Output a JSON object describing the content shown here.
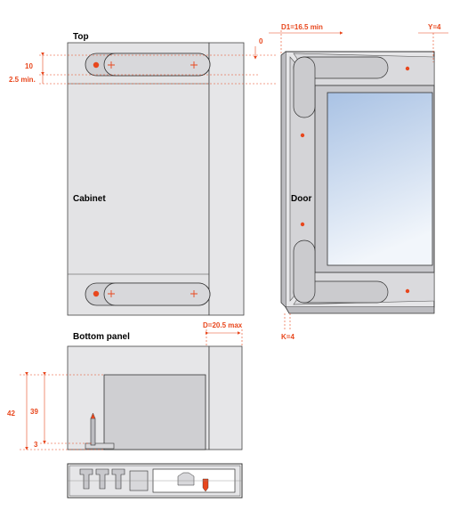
{
  "labels": {
    "top": "Top",
    "cabinet": "Cabinet",
    "door": "Door",
    "bottom_panel": "Bottom panel"
  },
  "dimensions": {
    "top_10": "10",
    "top_2_5": "2.5 min.",
    "zero": "0",
    "d1": "D1=16.5 min",
    "y": "Y=4",
    "k": "K=4",
    "d": "D=20.5 max",
    "h42": "42",
    "h39": "39",
    "h3": "3"
  },
  "colors": {
    "accent": "#e8471d",
    "panel": "#e3e3e5",
    "panel_dark": "#d1d1d4",
    "outline": "#333333",
    "glass_top": "#a9c2e4",
    "glass_bottom": "#f2f6fb"
  }
}
